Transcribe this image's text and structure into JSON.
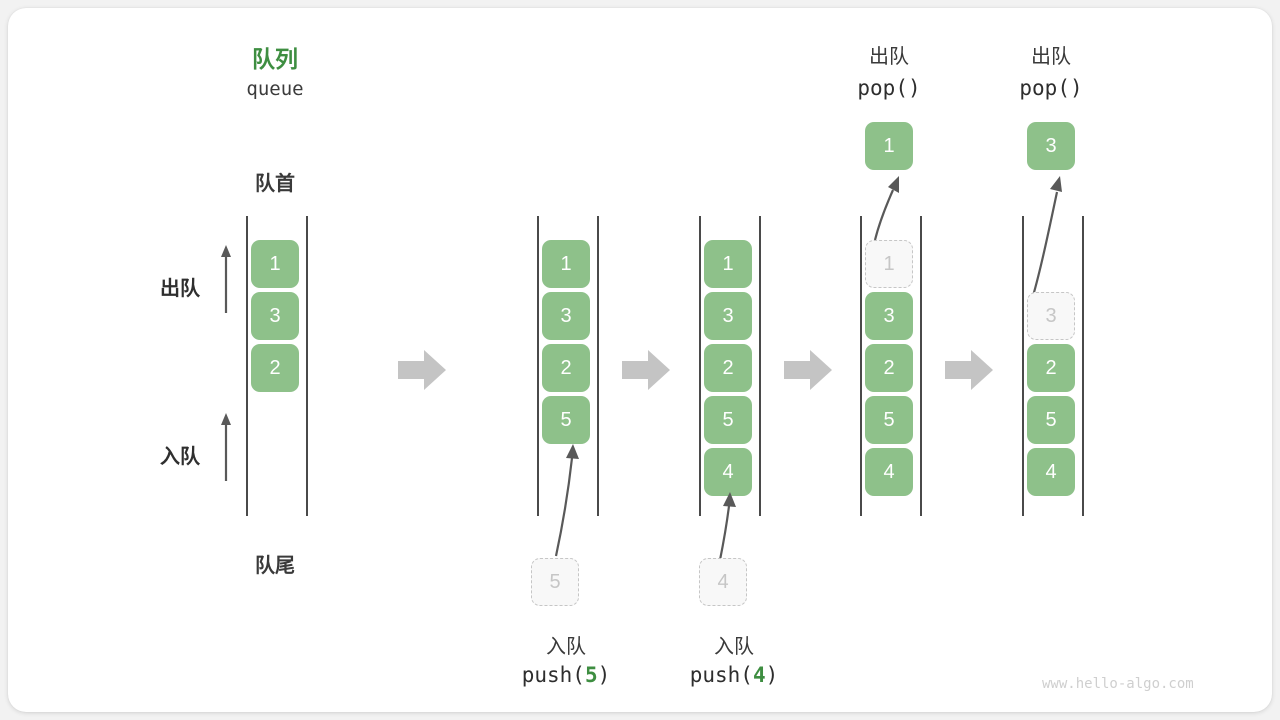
{
  "diagram": {
    "title_cn": "队列",
    "title_en": "queue",
    "front_label": "队首",
    "rear_label": "队尾",
    "dequeue_label": "出队",
    "enqueue_label": "入队",
    "watermark": "www.hello-algo.com",
    "accent_color": "#3e8e41",
    "cell_color": "#8ec18a",
    "ghost_color": "#c6c6c6",
    "arrow_color": "#595959",
    "step_arrow_color": "#c4c4c4"
  },
  "steps": [
    {
      "id": "initial",
      "header_cn": "队列",
      "header_code": "queue",
      "cells": [
        "1",
        "3",
        "2"
      ],
      "ghost_index": -1,
      "footer_cn": "",
      "footer_code_prefix": "",
      "footer_code_num": "",
      "footer_code_suffix": "",
      "floating_value": "",
      "pending_value": ""
    },
    {
      "id": "push-5",
      "header_cn": "",
      "header_code": "",
      "cells": [
        "1",
        "3",
        "2",
        "5"
      ],
      "ghost_index": -1,
      "footer_cn": "入队",
      "footer_code_prefix": "push(",
      "footer_code_num": "5",
      "footer_code_suffix": ")",
      "floating_value": "",
      "pending_value": "5"
    },
    {
      "id": "push-4",
      "header_cn": "",
      "header_code": "",
      "cells": [
        "1",
        "3",
        "2",
        "5",
        "4"
      ],
      "ghost_index": -1,
      "footer_cn": "入队",
      "footer_code_prefix": "push(",
      "footer_code_num": "4",
      "footer_code_suffix": ")",
      "floating_value": "",
      "pending_value": "4"
    },
    {
      "id": "pop-1",
      "header_cn": "出队",
      "header_code": "pop()",
      "cells": [
        "1",
        "3",
        "2",
        "5",
        "4"
      ],
      "ghost_index": 0,
      "footer_cn": "",
      "footer_code_prefix": "",
      "footer_code_num": "",
      "footer_code_suffix": "",
      "floating_value": "1",
      "pending_value": ""
    },
    {
      "id": "pop-3",
      "header_cn": "出队",
      "header_code": "pop()",
      "cells": [
        "",
        "3",
        "2",
        "5",
        "4"
      ],
      "ghost_index": 1,
      "footer_cn": "",
      "footer_code_prefix": "",
      "footer_code_num": "",
      "footer_code_suffix": "",
      "floating_value": "3",
      "pending_value": ""
    }
  ],
  "labels": {
    "col1_cells": [
      "1",
      "3",
      "2"
    ],
    "col2_cells": [
      "1",
      "3",
      "2",
      "5"
    ],
    "col3_cells": [
      "1",
      "3",
      "2",
      "5",
      "4"
    ],
    "col4_cells": [
      "1",
      "3",
      "2",
      "5",
      "4"
    ],
    "col5_cells": [
      "3",
      "2",
      "5",
      "4"
    ]
  }
}
